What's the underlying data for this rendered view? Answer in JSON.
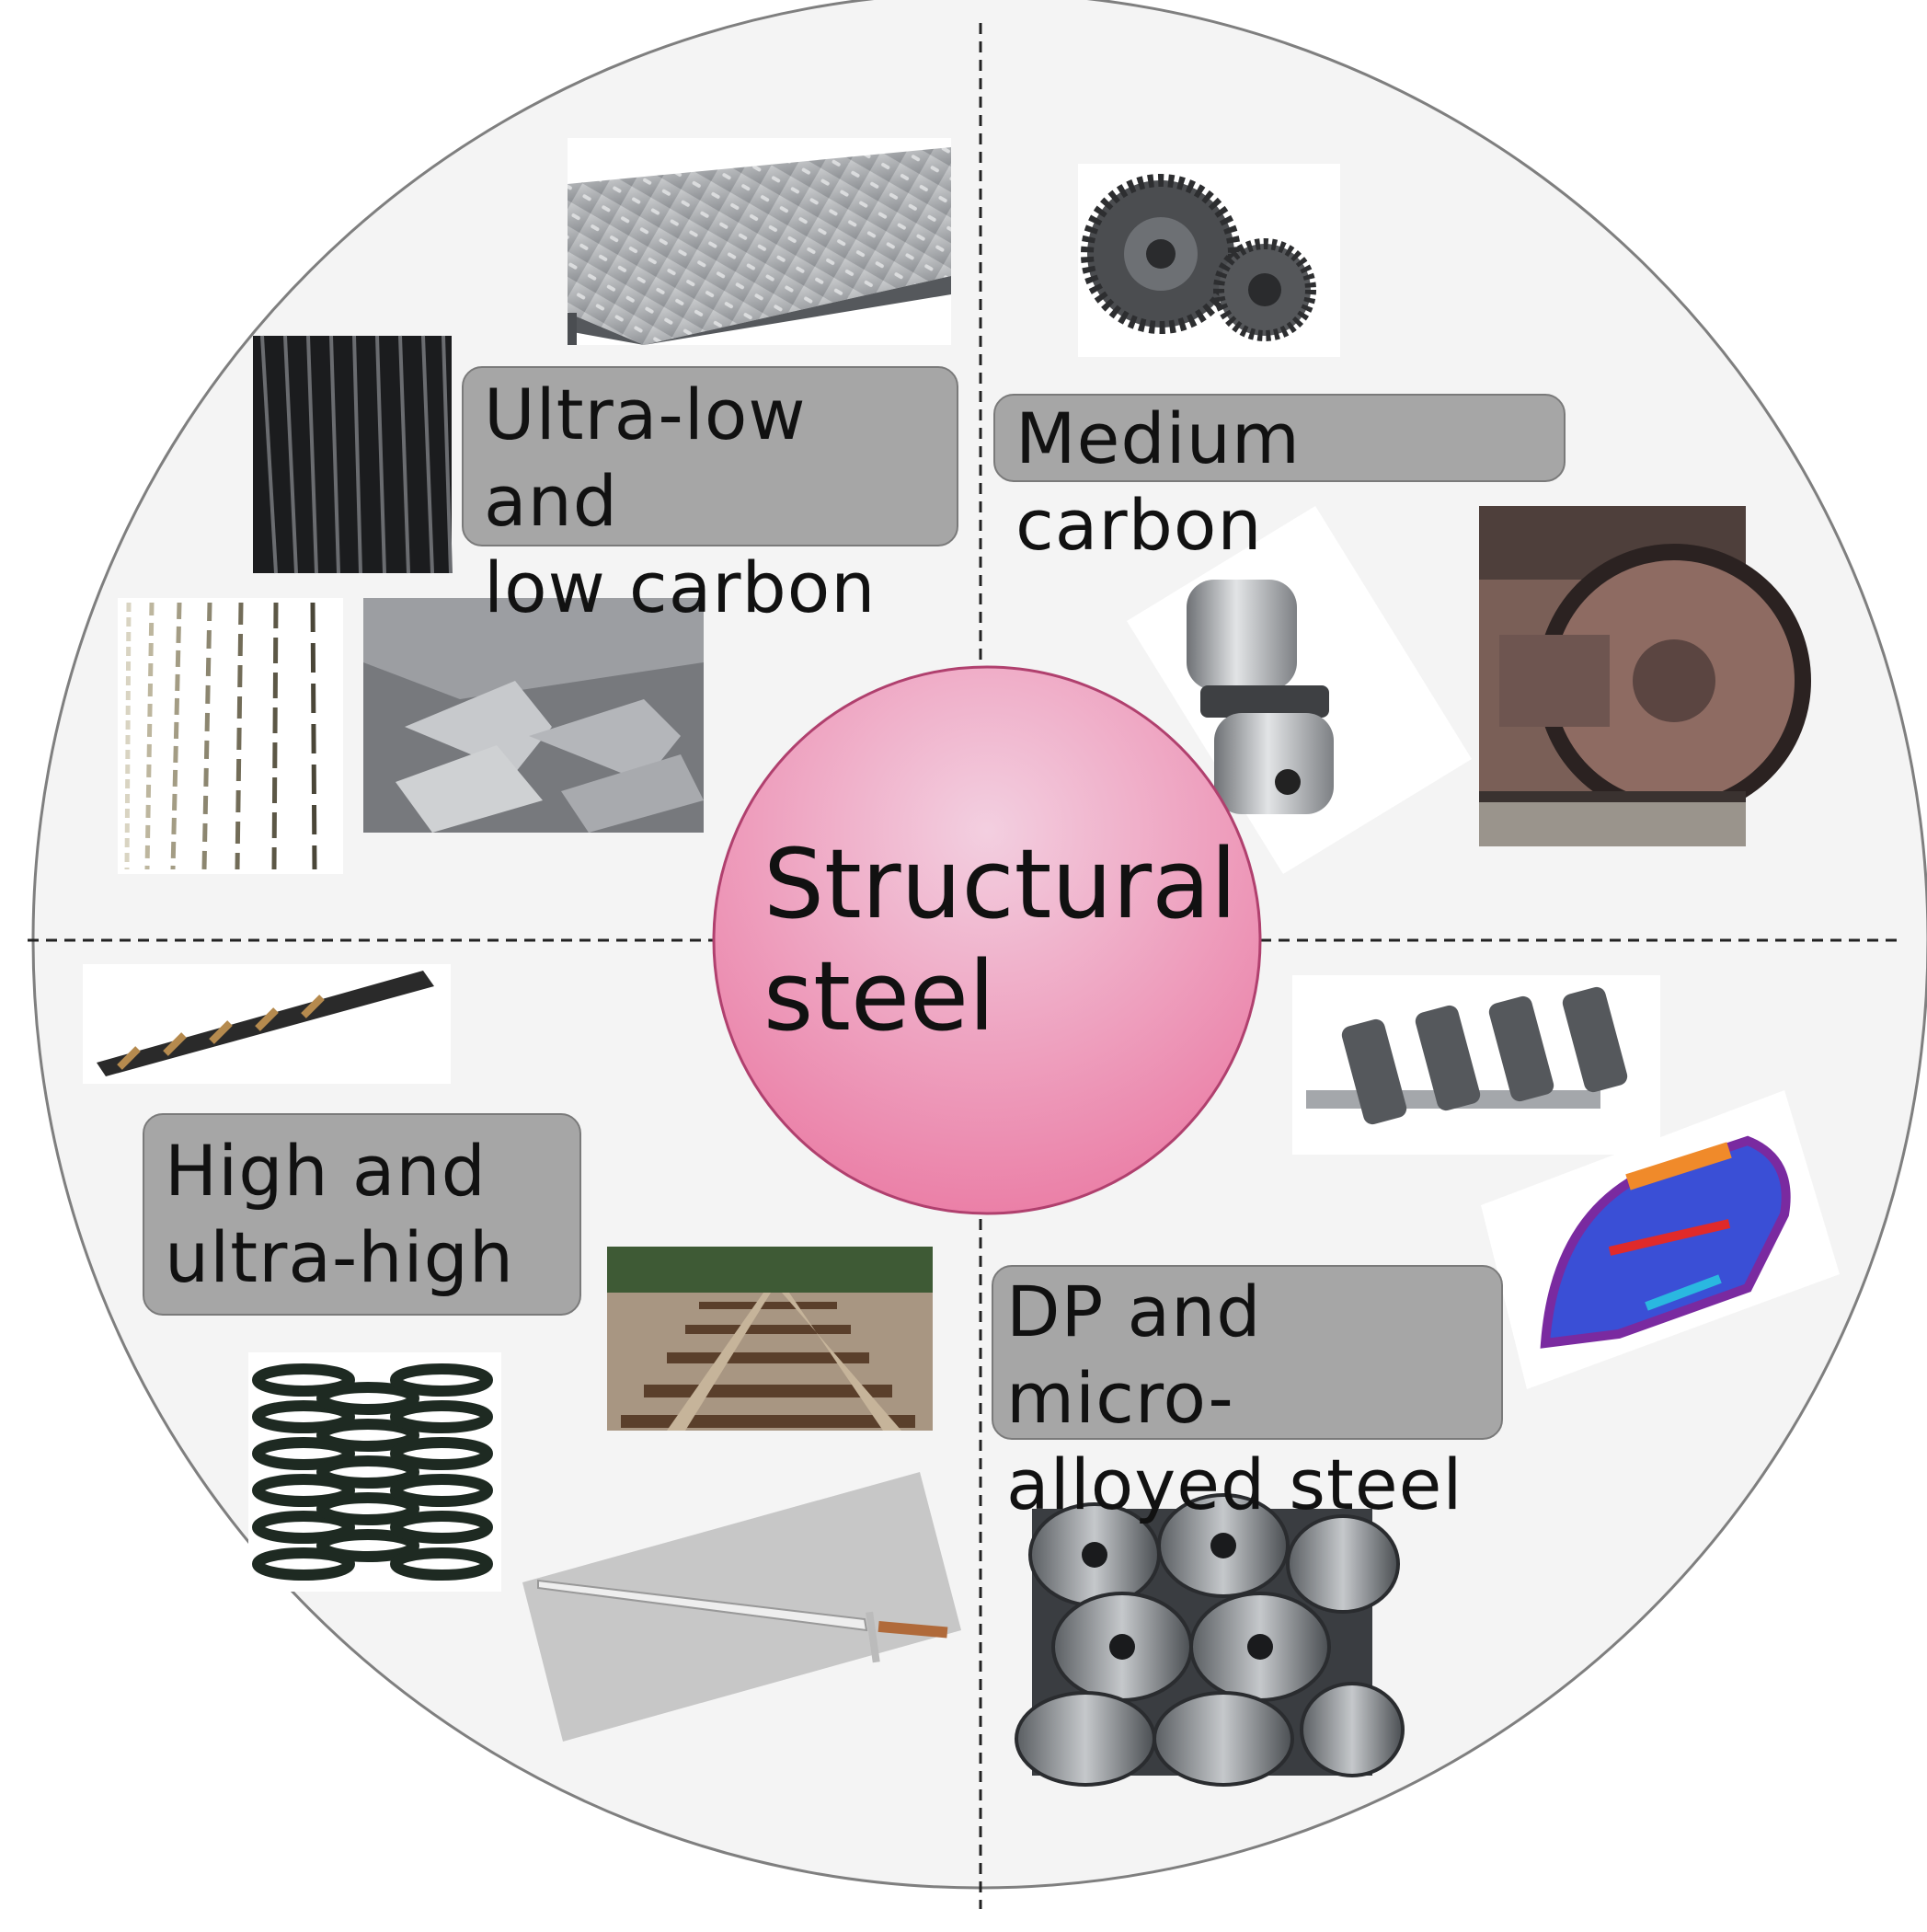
{
  "center": {
    "line1": "Structural",
    "line2": "steel"
  },
  "quadrants": {
    "top_left": {
      "line1": "Ultra-low and",
      "line2": "low carbon"
    },
    "top_right": {
      "line1": "Medium carbon"
    },
    "bottom_left": {
      "line1": "High and",
      "line2": "ultra-high"
    },
    "bottom_right": {
      "line1": "DP and micro-",
      "line2": "alloyed steel"
    }
  },
  "images": [
    "checker-plate-icon",
    "rebar-icon",
    "chain-icon",
    "channel-profile-icon",
    "gears-icon",
    "shaft-coupling-icon",
    "railway-wheel-icon",
    "drill-bit-icon",
    "railway-track-icon",
    "coil-springs-icon",
    "sword-icon",
    "crankshaft-icon",
    "car-body-frame-icon",
    "steel-coils-icon"
  ],
  "colors": {
    "disc": "#f4f4f4",
    "label_box": "#a6a6a6",
    "center_top": "#f2c6d8",
    "center_bottom": "#ec7fa6"
  }
}
